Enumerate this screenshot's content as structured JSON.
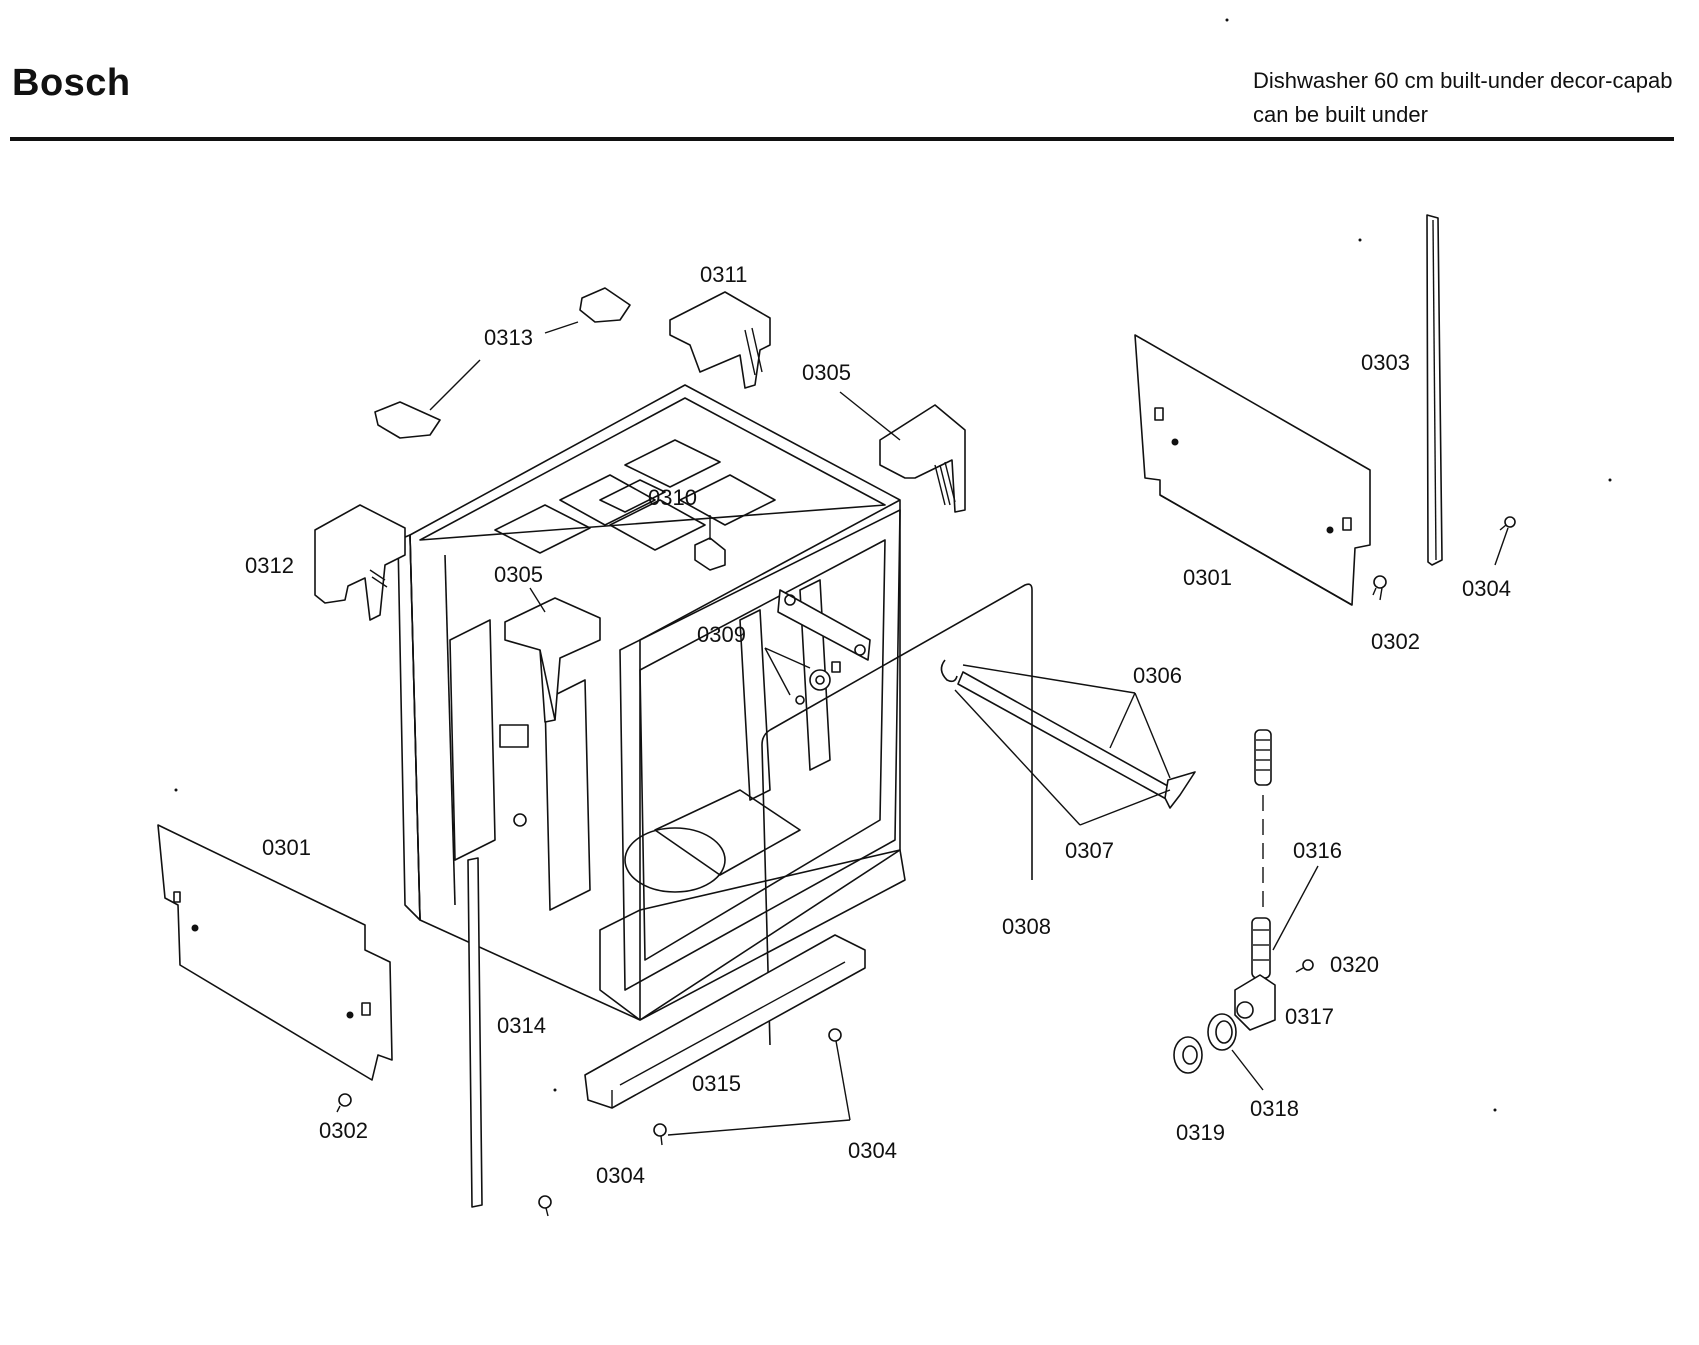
{
  "header": {
    "brand": "Bosch",
    "description_line1": "Dishwasher 60 cm built-under decor-capab",
    "description_line2": "can be built under"
  },
  "callouts": {
    "c0301_left": "0301",
    "c0301_right": "0301",
    "c0302_left": "0302",
    "c0302_right": "0302",
    "c0303": "0303",
    "c0304_right": "0304",
    "c0304_mid": "0304",
    "c0304_low": "0304",
    "c0305_top": "0305",
    "c0305_mid": "0305",
    "c0306": "0306",
    "c0307": "0307",
    "c0308": "0308",
    "c0309": "0309",
    "c0310": "0310",
    "c0311": "0311",
    "c0312": "0312",
    "c0313": "0313",
    "c0314": "0314",
    "c0315": "0315",
    "c0316": "0316",
    "c0317": "0317",
    "c0318": "0318",
    "c0319": "0319",
    "c0320": "0320"
  }
}
